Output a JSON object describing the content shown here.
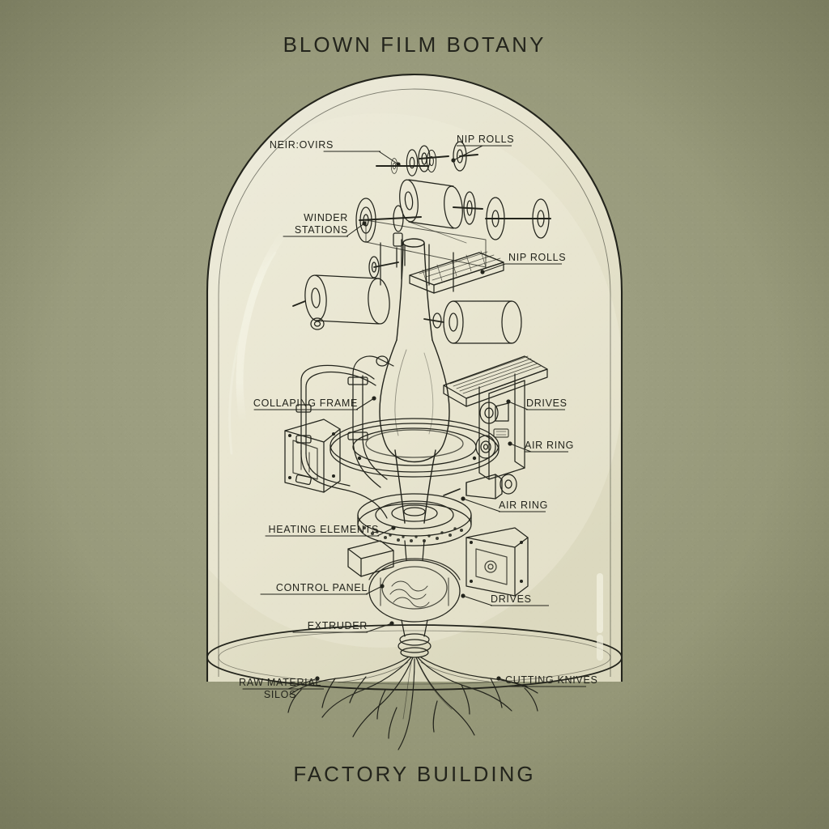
{
  "poster": {
    "title": "BLOWN FILM BOTANY",
    "footer": "FACTORY BUILDING",
    "style": "technical line illustration of a blown film extrusion line drawn as a plant specimen under a glass bell jar",
    "colors": {
      "background": "#9a9c7d",
      "jar_interior": "#e8e4d0",
      "ink": "#23241c",
      "highlight": "#f0efdd"
    }
  },
  "labels": [
    {
      "id": "melt-rolls",
      "text": "NEIR:OVIRS",
      "side": "left"
    },
    {
      "id": "nip-rolls-top",
      "text": "NIP ROLLS",
      "side": "right"
    },
    {
      "id": "winder-stations",
      "text": "WINDER\nSTATIONS",
      "side": "left"
    },
    {
      "id": "nip-rolls-mid",
      "text": "NIP ROLLS",
      "side": "right"
    },
    {
      "id": "collapsing-frame",
      "text": "COLLAPING FRAME",
      "side": "left"
    },
    {
      "id": "drives-upper",
      "text": "DRIVES",
      "side": "right"
    },
    {
      "id": "air-ring-upper",
      "text": "AIR RING",
      "side": "right"
    },
    {
      "id": "heating-elements",
      "text": "HEATING ELEMENTS",
      "side": "left"
    },
    {
      "id": "air-ring-lower",
      "text": "AIR RING",
      "side": "right"
    },
    {
      "id": "control-panel",
      "text": "CONTROL PANEL",
      "side": "left"
    },
    {
      "id": "drives-lower",
      "text": "DRIVES",
      "side": "right"
    },
    {
      "id": "extruder",
      "text": "EXTRUDER",
      "side": "left"
    },
    {
      "id": "raw-material-silos",
      "text": "RAW MATERIAL\nSILOS",
      "side": "left"
    },
    {
      "id": "cutting-knives",
      "text": "CUTTING KNIVES",
      "side": "right"
    }
  ]
}
